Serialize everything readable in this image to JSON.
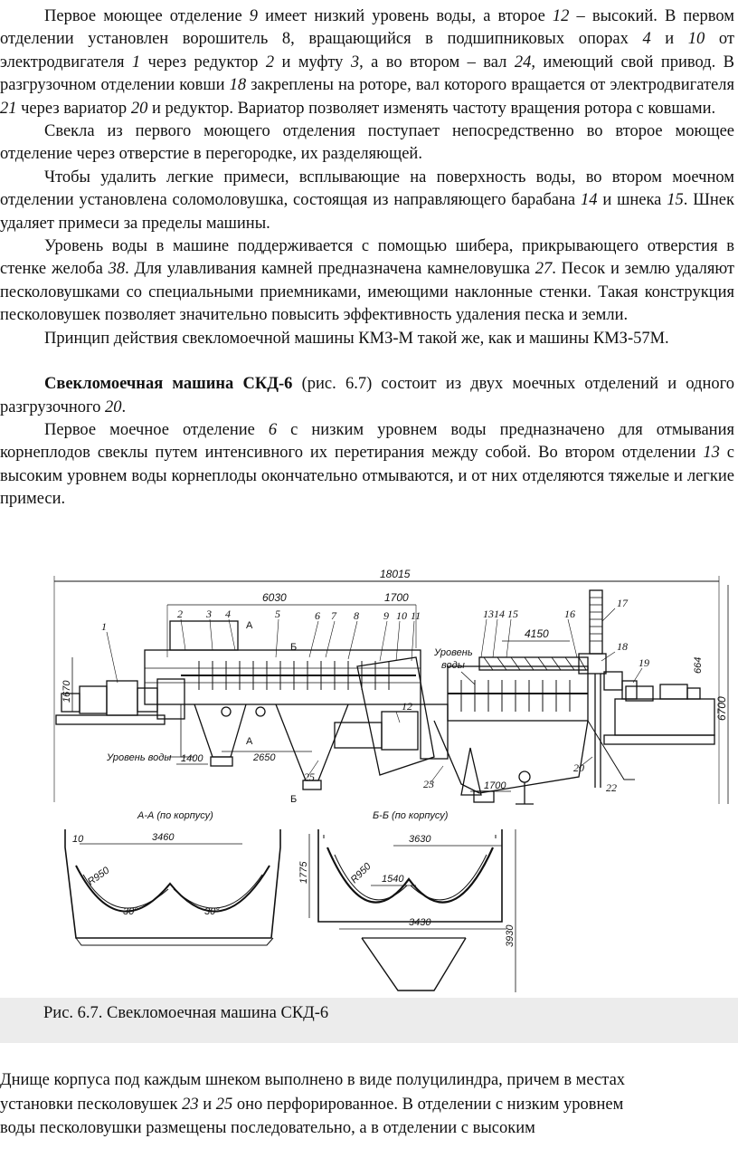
{
  "paragraphs": [
    {
      "spans": [
        {
          "t": "Первое моющее  отделение "
        },
        {
          "t": "9",
          "i": true
        },
        {
          "t": " имеет низкий уровень воды, а второе "
        },
        {
          "t": "12",
          "i": true
        },
        {
          "t": " – высокий. В первом отделении установлен ворошитель 8, вращающийся в подшипниковых опорах "
        },
        {
          "t": "4",
          "i": true
        },
        {
          "t": " и "
        },
        {
          "t": "10",
          "i": true
        },
        {
          "t": " от электродвигателя "
        },
        {
          "t": "1",
          "i": true
        },
        {
          "t": " через редуктор "
        },
        {
          "t": "2",
          "i": true
        },
        {
          "t": " и муфту "
        },
        {
          "t": "3",
          "i": true
        },
        {
          "t": ", а во втором – вал "
        },
        {
          "t": "24",
          "i": true
        },
        {
          "t": ", имеющий свой привод. В разгрузочном отделении ковши "
        },
        {
          "t": "18",
          "i": true
        },
        {
          "t": " закреплены на роторе, вал которого вращается от электродвигателя "
        },
        {
          "t": "21",
          "i": true
        },
        {
          "t": " через вариатор "
        },
        {
          "t": "20",
          "i": true
        },
        {
          "t": " и редуктор. Вариатор позволяет изменять частоту вращения ротора с ковшами."
        }
      ]
    },
    {
      "spans": [
        {
          "t": "Свекла из первого моющего отделения поступает непосредственно во второе моющее отделение через отверстие в перегородке, их разделяющей."
        }
      ]
    },
    {
      "spans": [
        {
          "t": "Чтобы удалить легкие примеси, всплывающие на поверхность воды, во втором моечном отделении установлена соломоловушка, состоящая из направляющего барабана "
        },
        {
          "t": "14",
          "i": true
        },
        {
          "t": " и шнека "
        },
        {
          "t": "15",
          "i": true
        },
        {
          "t": ". Шнек удаляет примеси за пределы машины."
        }
      ]
    },
    {
      "spans": [
        {
          "t": "Уровень воды в машине поддерживается с помощью шибера, прикрывающего отверстия в стенке желоба "
        },
        {
          "t": "38",
          "i": true
        },
        {
          "t": ". Для улавливания камней предназначена камнеловушка "
        },
        {
          "t": "27",
          "i": true
        },
        {
          "t": ". Песок и землю удаляют песколовушками со специальными приемниками, имеющими наклонные стенки. Такая конструкция песколовушек позволяет значительно повысить эффективность удаления песка и земли."
        }
      ]
    },
    {
      "spans": [
        {
          "t": "Принцип действия свекломоечной машины КМЗ-М такой же, как и машины КМЗ-57М."
        }
      ]
    },
    {
      "gap": true,
      "spans": [
        {
          "t": "Свекломоечная машина СКД-6",
          "b": true
        },
        {
          "t": " (рис. 6.7) состоит из двух моечных отделений и одного разгрузочного "
        },
        {
          "t": "20",
          "i": true
        },
        {
          "t": "."
        }
      ]
    },
    {
      "spans": [
        {
          "t": "Первое моечное отделение "
        },
        {
          "t": "6",
          "i": true
        },
        {
          "t": " с низким уровнем воды предназначено для отмывания корнеплодов свеклы путем интенсивного их перетирания между собой. Во втором отделении "
        },
        {
          "t": "13",
          "i": true
        },
        {
          "t": " с высоким уровнем воды корнеплоды окончательно отмываются, и от них отделяются тяжелые и легкие примеси."
        }
      ]
    }
  ],
  "figure": {
    "dims": {
      "total": "18015",
      "d6030": "6030",
      "d1700a": "1700",
      "d4150": "4150",
      "d1670": "1670",
      "d664": "664",
      "d6700": "6700",
      "d1400": "1400",
      "d2650": "2650",
      "d1700b": "1700",
      "d3460": "3460",
      "d3630": "3630",
      "d1540": "1540",
      "d3430": "3430",
      "d1775": "1775",
      "d3930": "3930",
      "r950a": "R950",
      "r950b": "R950",
      "a30a": "30°",
      "a30b": "30°",
      "n10": "10"
    },
    "labels": {
      "water_level_left": "Уровень воды",
      "water_level_right_1": "Уровень",
      "water_level_right_2": "воды",
      "section_aa": "А-А (по корпусу)",
      "section_bb": "Б-Б (по корпусу)",
      "mark_a": "А",
      "mark_b": "Б"
    },
    "callouts": [
      "1",
      "2",
      "3",
      "4",
      "5",
      "6",
      "7",
      "8",
      "9",
      "10",
      "11",
      "12",
      "13",
      "14",
      "15",
      "16",
      "17",
      "18",
      "19",
      "20",
      "22",
      "23",
      "25"
    ]
  },
  "caption": "Рис. 6.7. Свекломоечная машина СКД-6",
  "bottom_lines": [
    "Днище корпуса под каждым шнеком выполнено в виде полуцилиндра, причем в местах",
    "установки песколовушек ",
    "23",
    " и ",
    "25",
    " оно перфорированное. В отделении с низким уровнем",
    "воды песколовушки размещены последовательно, а в отделении с высоким"
  ]
}
